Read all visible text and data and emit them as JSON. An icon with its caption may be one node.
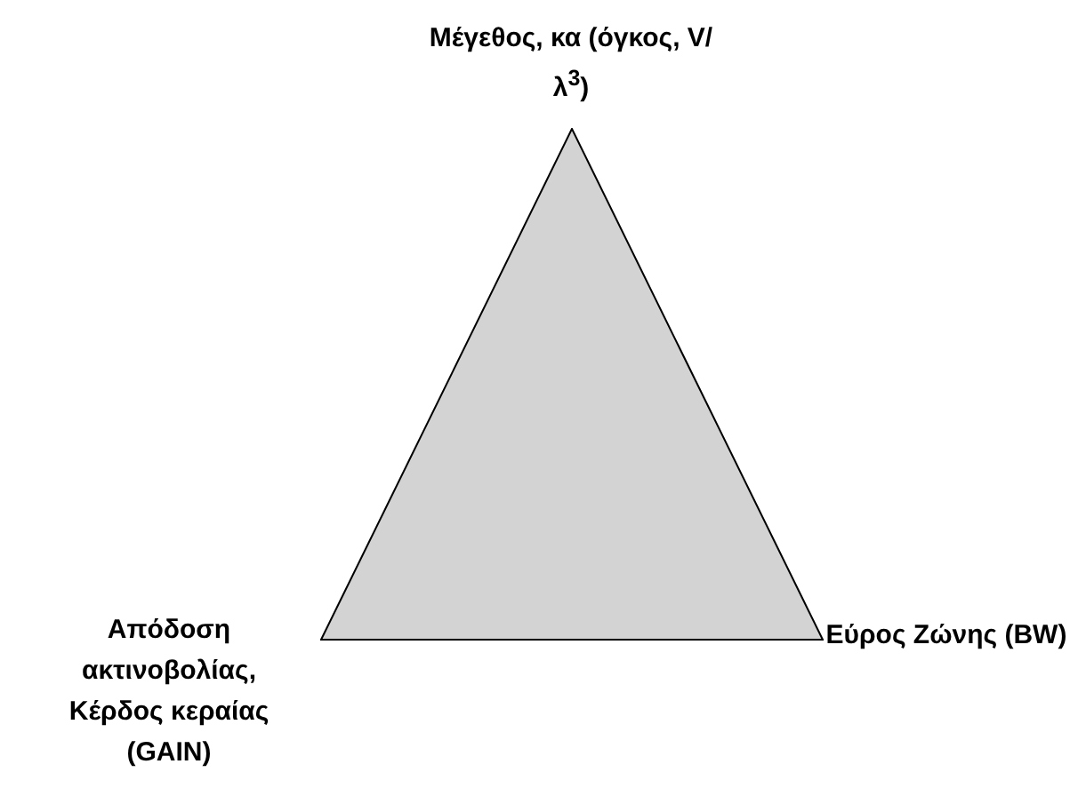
{
  "diagram": {
    "nodes": [
      {
        "text": [],
        "shape": "triangle"
      }
    ],
    "labels": [
      "Μέγεθος, κα (όγκος, V/λ$^{3}$)",
      "Απόδοση ακτινοβολίας, Κέρδος κεραίας (GAIN)",
      "Εύρος Ζώνης (BW)"
    ]
  }
}
